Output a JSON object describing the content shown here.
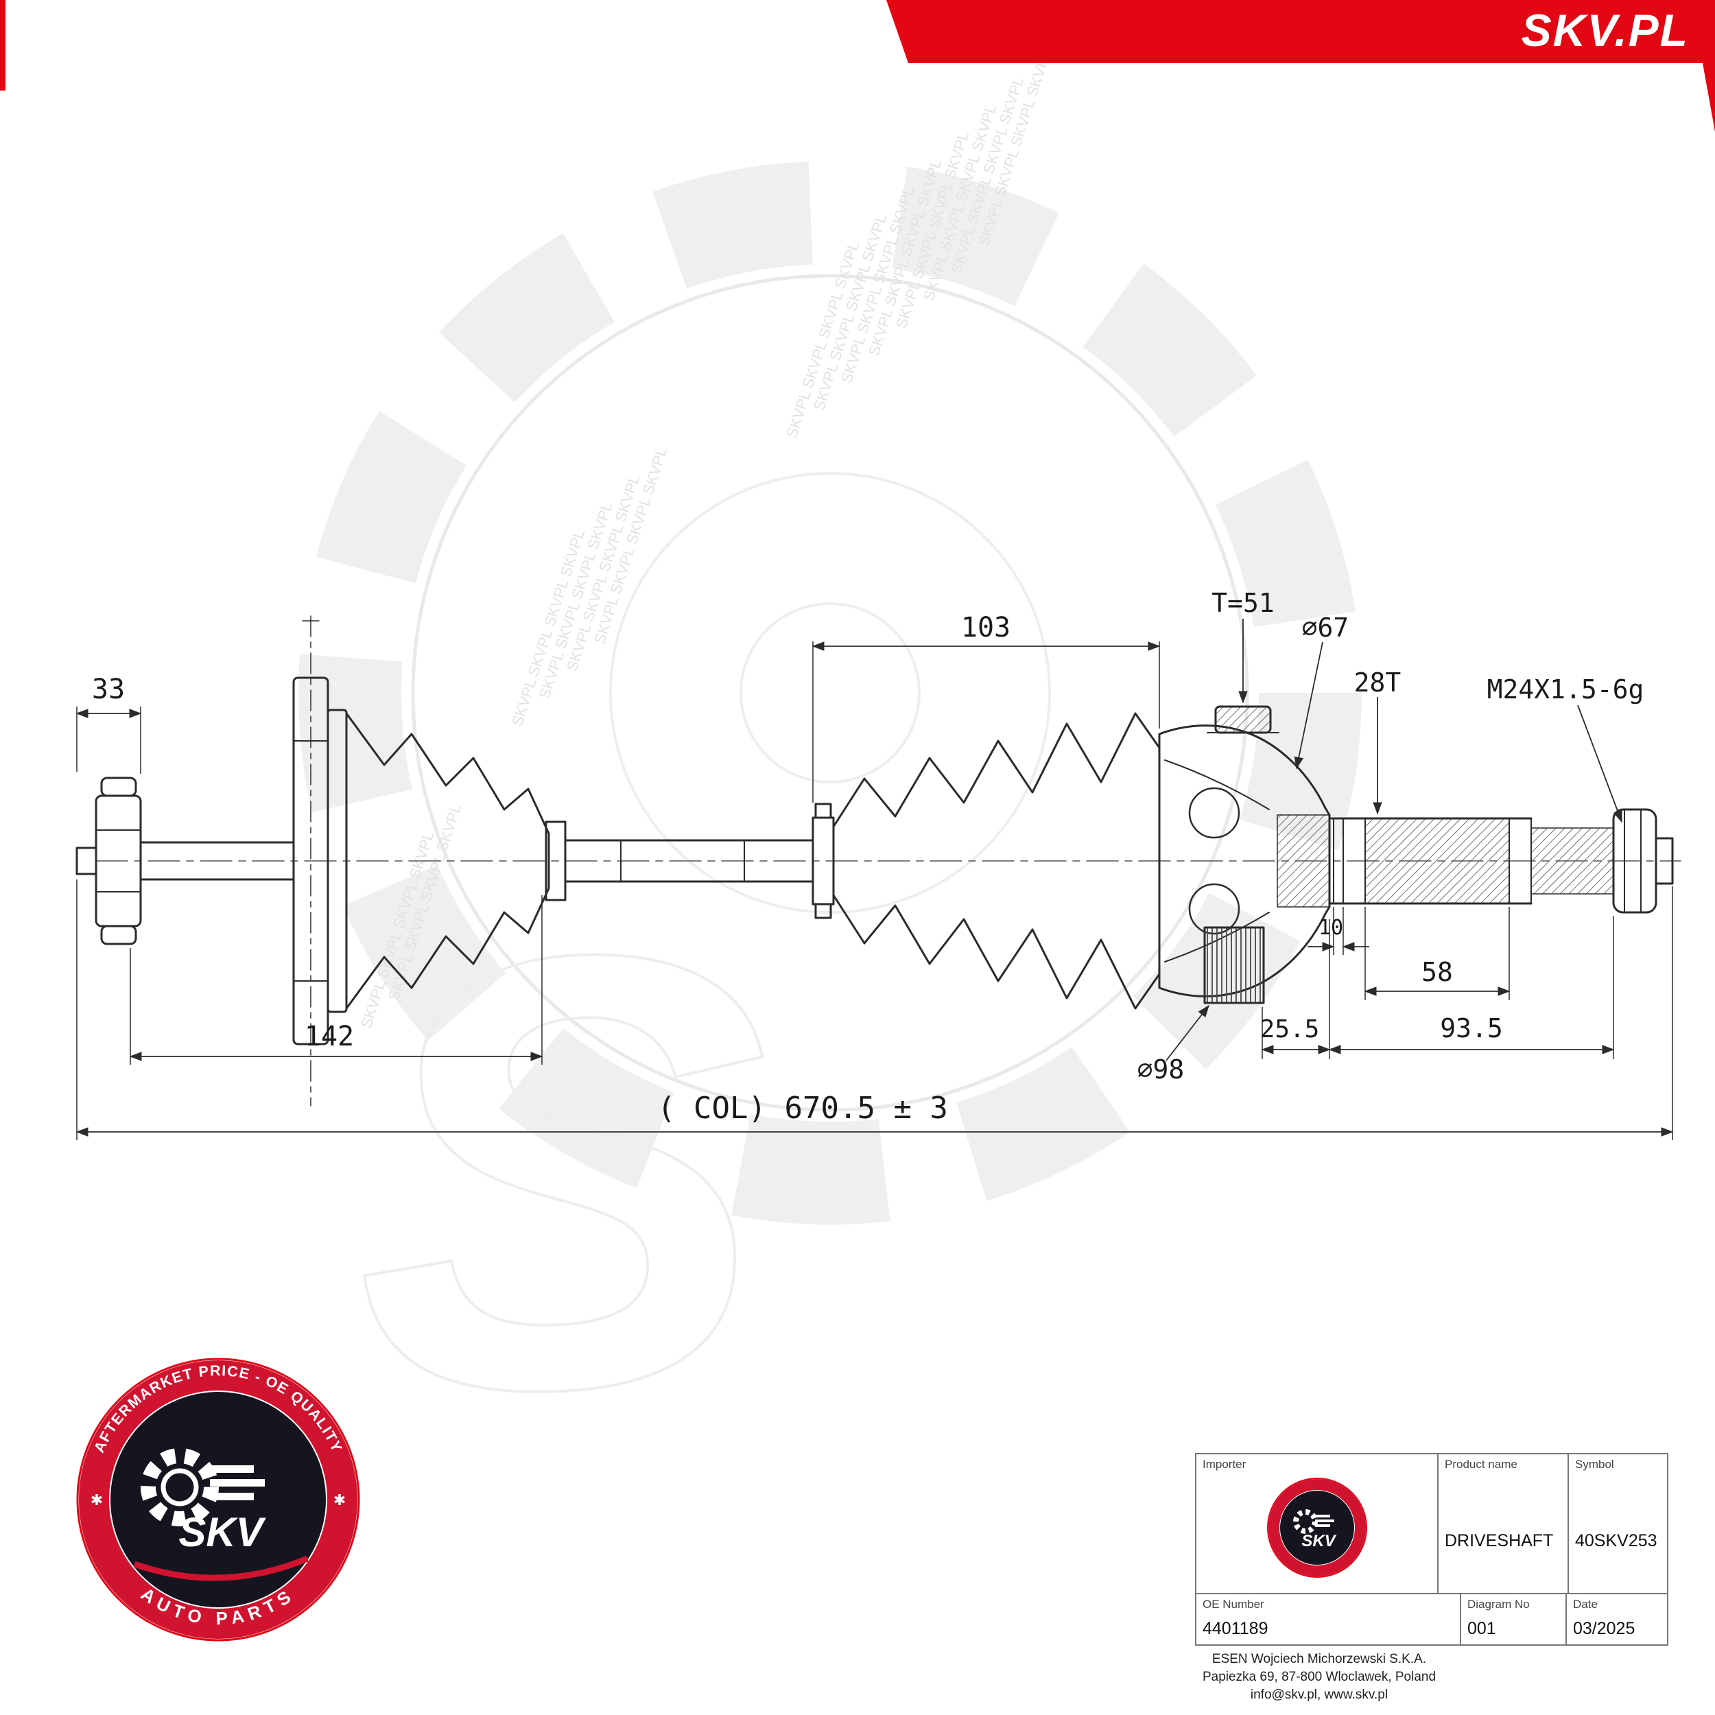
{
  "colors": {
    "accent_red": "#e30613",
    "badge_red": "#d0132f",
    "badge_navy": "#15151f",
    "line": "#2b2b2b",
    "watermark": "#ececec"
  },
  "banner": {
    "text": "SKV.PL"
  },
  "watermark": {
    "text": "SKVPL SKVPL SKVPL SKVPL",
    "letter": "S"
  },
  "badge": {
    "arc_top": "AFTERMARKET PRICE - OE QUALITY",
    "arc_bottom": "AUTO PARTS",
    "name": "SKV",
    "separator": "✱"
  },
  "drawing": {
    "product": "Driveshaft technical drawing",
    "dimensions": {
      "d33": "33",
      "d142": "142",
      "total": "( COL) 670.5 ± 3",
      "d103": "103",
      "t51": "T=51",
      "d67": "⌀67",
      "d28t": "28T",
      "thread": "M24X1.5-6g",
      "d10": "10",
      "d58": "58",
      "d25_5": "25.5",
      "d93_5": "93.5",
      "d98": "⌀98"
    }
  },
  "table": {
    "importer_label": "Importer",
    "product_name_label": "Product name",
    "product_name_value": "DRIVESHAFT",
    "symbol_label": "Symbol",
    "symbol_value": "40SKV253",
    "oe_number_label": "OE Number",
    "oe_number_value": "4401189",
    "diagram_no_label": "Diagram No",
    "diagram_no_value": "001",
    "date_label": "Date",
    "date_value": "03/2025",
    "logo_text": "SKV",
    "address_line1": "ESEN Wojciech Michorzewski S.K.A.",
    "address_line2": "Papiezka 69, 87-800 Wloclawek, Poland",
    "address_line3": "info@skv.pl, www.skv.pl"
  }
}
